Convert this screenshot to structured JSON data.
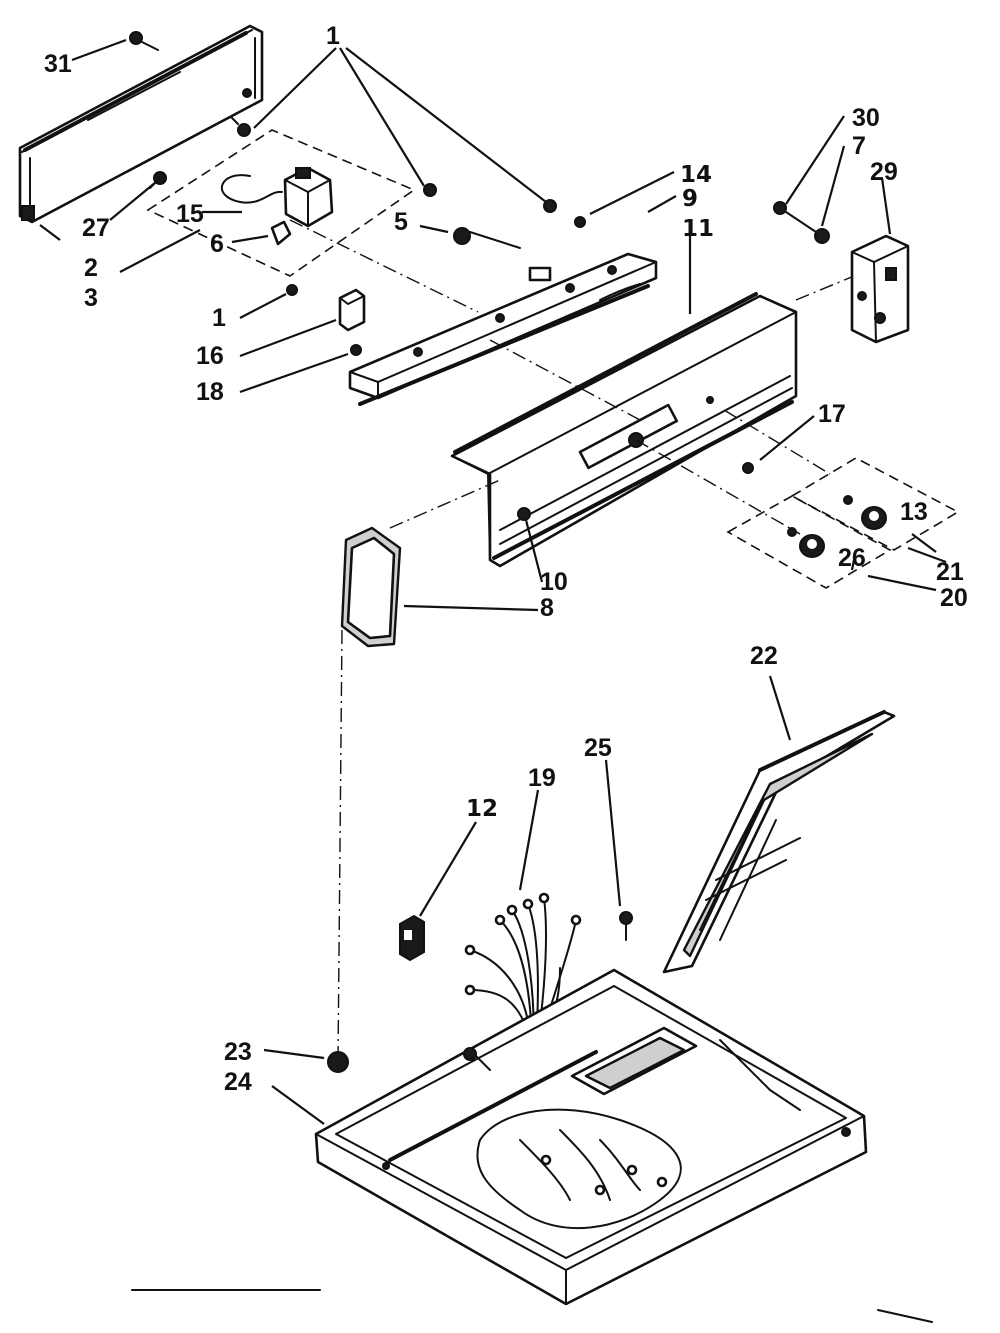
{
  "callouts": [
    {
      "id": "c1a",
      "text": "1"
    },
    {
      "id": "c31",
      "text": "31"
    },
    {
      "id": "c27",
      "text": "27"
    },
    {
      "id": "c2",
      "text": "2"
    },
    {
      "id": "c3",
      "text": "3"
    },
    {
      "id": "c15",
      "text": "15"
    },
    {
      "id": "c6",
      "text": "6"
    },
    {
      "id": "c5",
      "text": "5"
    },
    {
      "id": "c14",
      "text": "14"
    },
    {
      "id": "c9",
      "text": "9"
    },
    {
      "id": "c11",
      "text": "11"
    },
    {
      "id": "c30",
      "text": "30"
    },
    {
      "id": "c7",
      "text": "7"
    },
    {
      "id": "c29",
      "text": "29"
    },
    {
      "id": "c1b",
      "text": "1"
    },
    {
      "id": "c16",
      "text": "16"
    },
    {
      "id": "c18",
      "text": "18"
    },
    {
      "id": "c17",
      "text": "17"
    },
    {
      "id": "c13",
      "text": "13"
    },
    {
      "id": "c26",
      "text": "26"
    },
    {
      "id": "c21",
      "text": "21"
    },
    {
      "id": "c20",
      "text": "20"
    },
    {
      "id": "c10",
      "text": "10"
    },
    {
      "id": "c8",
      "text": "8"
    },
    {
      "id": "c22",
      "text": "22"
    },
    {
      "id": "c25",
      "text": "25"
    },
    {
      "id": "c19",
      "text": "19"
    },
    {
      "id": "c12",
      "text": "12"
    },
    {
      "id": "c23",
      "text": "23"
    },
    {
      "id": "c24",
      "text": "24"
    }
  ]
}
